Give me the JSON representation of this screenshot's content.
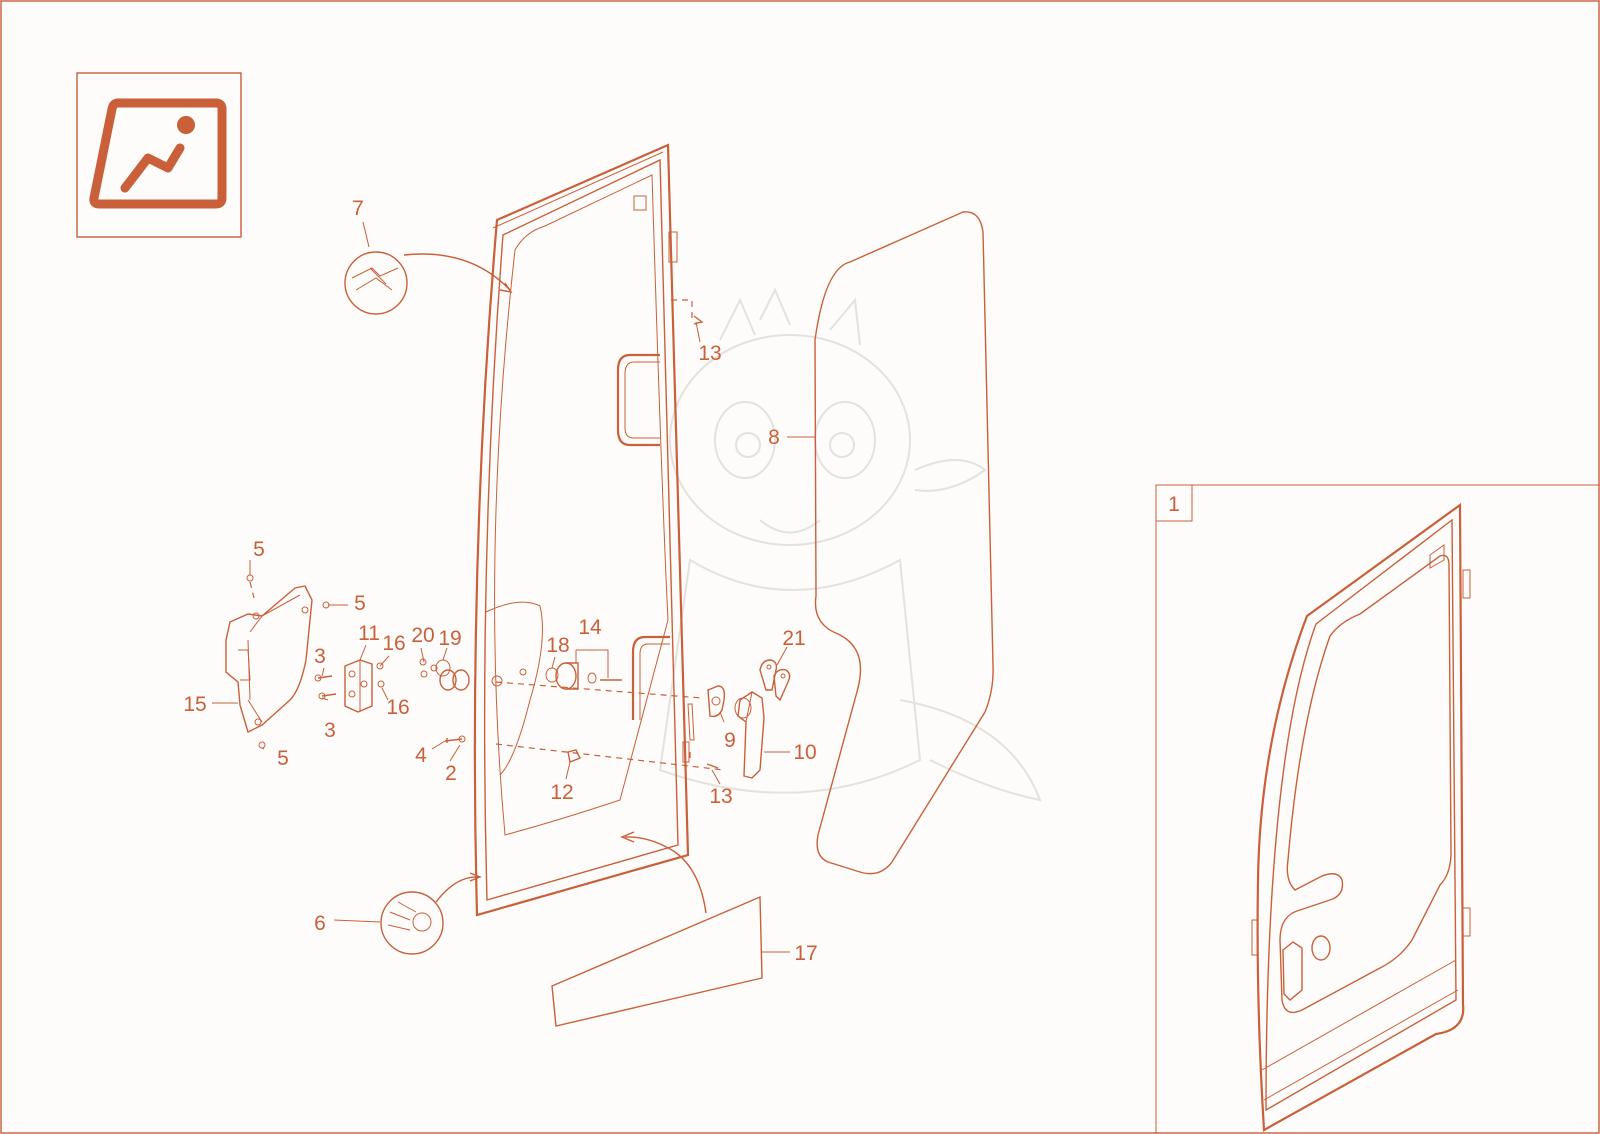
{
  "colors": {
    "accent": "#c9603a",
    "background": "#fdfcfa",
    "watermark": "#e6e1dc"
  },
  "icons": {
    "logo": "seat-logo-icon",
    "watermark": "dragon-watermark-icon"
  },
  "inset": {
    "number": "1"
  },
  "callouts": [
    {
      "id": "c7",
      "text": "7"
    },
    {
      "id": "c13a",
      "text": "13"
    },
    {
      "id": "c8",
      "text": "8"
    },
    {
      "id": "c5a",
      "text": "5"
    },
    {
      "id": "c5b",
      "text": "5"
    },
    {
      "id": "c11",
      "text": "11"
    },
    {
      "id": "c16a",
      "text": "16"
    },
    {
      "id": "c20",
      "text": "20"
    },
    {
      "id": "c19",
      "text": "19"
    },
    {
      "id": "c14",
      "text": "14"
    },
    {
      "id": "c18",
      "text": "18"
    },
    {
      "id": "c21",
      "text": "21"
    },
    {
      "id": "c3a",
      "text": "3"
    },
    {
      "id": "c15",
      "text": "15"
    },
    {
      "id": "c16b",
      "text": "16"
    },
    {
      "id": "c3b",
      "text": "3"
    },
    {
      "id": "c9",
      "text": "9"
    },
    {
      "id": "c10",
      "text": "10"
    },
    {
      "id": "c4",
      "text": "4"
    },
    {
      "id": "c2",
      "text": "2"
    },
    {
      "id": "c5c",
      "text": "5"
    },
    {
      "id": "c12",
      "text": "12"
    },
    {
      "id": "c13b",
      "text": "13"
    },
    {
      "id": "c6",
      "text": "6"
    },
    {
      "id": "c17",
      "text": "17"
    }
  ]
}
